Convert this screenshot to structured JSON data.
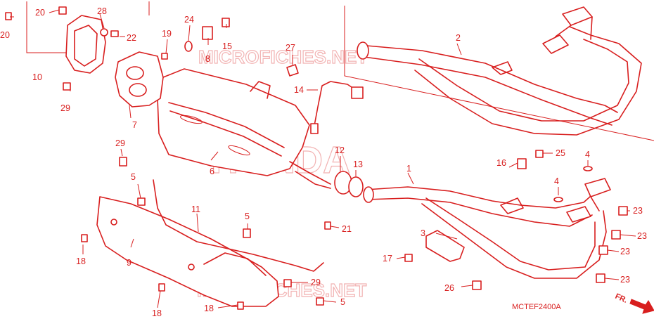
{
  "diagram": {
    "code": "MCTEF2400A",
    "direction_label": "FR.",
    "watermarks": {
      "top": "MICROFICHES.NET",
      "center": "HONDA",
      "bottom": "MICROFICHES.NET"
    },
    "callouts": [
      "20",
      "20",
      "28",
      "22",
      "24",
      "19",
      "8",
      "15",
      "27",
      "14",
      "2",
      "10",
      "29",
      "7",
      "6",
      "29",
      "5",
      "12",
      "13",
      "1",
      "16",
      "25",
      "4",
      "4",
      "11",
      "5",
      "21",
      "3",
      "23",
      "23",
      "23",
      "23",
      "18",
      "9",
      "17",
      "26",
      "29",
      "5",
      "18",
      "18"
    ]
  }
}
